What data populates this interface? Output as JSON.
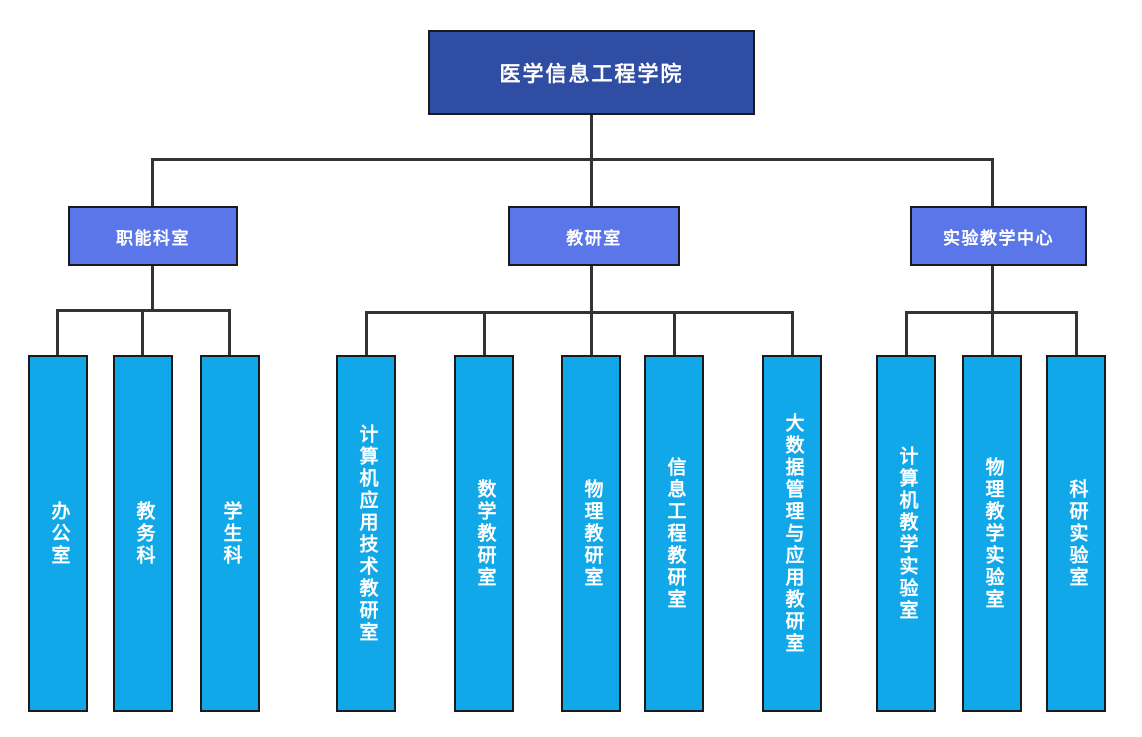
{
  "chart_type": "org-chart",
  "colors": {
    "root_fill": "#2F4DA3",
    "level2_fill": "#5B76E8",
    "leaf_fill": "#10A8E8",
    "border": "#1a1a1a",
    "connector": "#333333",
    "text": "#ffffff",
    "background": "#ffffff"
  },
  "root": {
    "label": "医学信息工程学院"
  },
  "groups": [
    {
      "label": "职能科室",
      "children": [
        {
          "label": "办公室"
        },
        {
          "label": "教务科"
        },
        {
          "label": "学生科"
        }
      ]
    },
    {
      "label": "教研室",
      "children": [
        {
          "label": "计算机应用技术教研室"
        },
        {
          "label": "数学教研室"
        },
        {
          "label": "物理教研室"
        },
        {
          "label": "信息工程教研室"
        },
        {
          "label": "大数据管理与应用教研室"
        }
      ]
    },
    {
      "label": "实验教学中心",
      "children": [
        {
          "label": "计算机教学实验室"
        },
        {
          "label": "物理教学实验室"
        },
        {
          "label": "科研实验室"
        }
      ]
    }
  ]
}
